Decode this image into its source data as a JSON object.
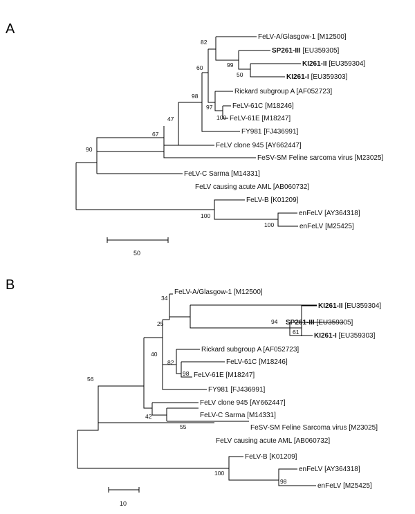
{
  "panels": [
    {
      "label": "A",
      "scale_bar_label": "50",
      "leaves": [
        {
          "id": "a_glasgow",
          "name": "FeLV-A/Glasgow-1",
          "acc": "[M12500]",
          "bold": false
        },
        {
          "id": "a_sp261",
          "name": "SP261-III",
          "acc": "[EU359305]",
          "bold": true
        },
        {
          "id": "a_ki261ii",
          "name": "KI261-II",
          "acc": "[EU359304]",
          "bold": true
        },
        {
          "id": "a_ki261i",
          "name": "KI261-I",
          "acc": "[EU359303]",
          "bold": true
        },
        {
          "id": "a_rickard",
          "name": "Rickard subgroup A",
          "acc": "[AF052723]",
          "bold": false
        },
        {
          "id": "a_61c",
          "name": "FeLV-61C",
          "acc": "[M18246]",
          "bold": false
        },
        {
          "id": "a_61e",
          "name": "FeLV-61E",
          "acc": "[M18247]",
          "bold": false
        },
        {
          "id": "a_fy981",
          "name": "FY981",
          "acc": "[FJ436991]",
          "bold": false
        },
        {
          "id": "a_clone945",
          "name": "FeLV clone 945",
          "acc": "[AY662447]",
          "bold": false
        },
        {
          "id": "a_fesv",
          "name": "FeSV-SM Feline sarcoma virus",
          "acc": "[M23025]",
          "bold": false
        },
        {
          "id": "a_sarma",
          "name": "FeLV-C Sarma",
          "acc": "[M14331]",
          "bold": false
        },
        {
          "id": "a_aml",
          "name": "FeLV causing acute AML",
          "acc": "[AB060732]",
          "bold": false
        },
        {
          "id": "a_felvb",
          "name": "FeLV-B",
          "acc": "[K01209]",
          "bold": false
        },
        {
          "id": "a_enfelv1",
          "name": "enFeLV",
          "acc": "[AY364318]",
          "bold": false
        },
        {
          "id": "a_enfelv2",
          "name": "enFeLV",
          "acc": "[M25425]",
          "bold": false
        }
      ],
      "bootstrap": [
        {
          "id": "a_b82",
          "value": "82"
        },
        {
          "id": "a_b99",
          "value": "99"
        },
        {
          "id": "a_b50",
          "value": "50"
        },
        {
          "id": "a_b60",
          "value": "60"
        },
        {
          "id": "a_b98",
          "value": "98"
        },
        {
          "id": "a_b97",
          "value": "97"
        },
        {
          "id": "a_b100a",
          "value": "100"
        },
        {
          "id": "a_b47",
          "value": "47"
        },
        {
          "id": "a_b67",
          "value": "67"
        },
        {
          "id": "a_b90",
          "value": "90"
        },
        {
          "id": "a_b100b",
          "value": "100"
        },
        {
          "id": "a_b100c",
          "value": "100"
        }
      ]
    },
    {
      "label": "B",
      "scale_bar_label": "10",
      "leaves": [
        {
          "id": "b_glasgow",
          "name": "FeLV-A/Glasgow-1",
          "acc": "[M12500]",
          "bold": false
        },
        {
          "id": "b_ki261ii",
          "name": "KI261-II",
          "acc": "[EU359304]",
          "bold": true
        },
        {
          "id": "b_sp261",
          "name": "SP261-III",
          "acc": "[EU359305]",
          "bold": true
        },
        {
          "id": "b_ki261i",
          "name": "KI261-I",
          "acc": "[EU359303]",
          "bold": true
        },
        {
          "id": "b_rickard",
          "name": "Rickard subgroup A",
          "acc": "[AF052723]",
          "bold": false
        },
        {
          "id": "b_61c",
          "name": "FeLV-61C",
          "acc": "[M18246]",
          "bold": false
        },
        {
          "id": "b_61e",
          "name": "FeLV-61E",
          "acc": "[M18247]",
          "bold": false
        },
        {
          "id": "b_fy981",
          "name": "FY981",
          "acc": "[FJ436991]",
          "bold": false
        },
        {
          "id": "b_clone945",
          "name": "FeLV clone 945",
          "acc": "[AY662447]",
          "bold": false
        },
        {
          "id": "b_sarma",
          "name": "FeLV-C Sarma",
          "acc": "[M14331]",
          "bold": false
        },
        {
          "id": "b_fesv",
          "name": "FeSV-SM Feline Sarcoma virus",
          "acc": "[M23025]",
          "bold": false
        },
        {
          "id": "b_aml",
          "name": "FeLV causing acute AML",
          "acc": "[AB060732]",
          "bold": false
        },
        {
          "id": "b_felvb",
          "name": "FeLV-B",
          "acc": "[K01209]",
          "bold": false
        },
        {
          "id": "b_enfelv1",
          "name": "enFeLV",
          "acc": "[AY364318]",
          "bold": false
        },
        {
          "id": "b_enfelv2",
          "name": "enFeLV",
          "acc": "[M25425]",
          "bold": false
        }
      ],
      "bootstrap": [
        {
          "id": "b_b34",
          "value": "34"
        },
        {
          "id": "b_b94",
          "value": "94"
        },
        {
          "id": "b_b61",
          "value": "61"
        },
        {
          "id": "b_b25",
          "value": "25"
        },
        {
          "id": "b_b40",
          "value": "40"
        },
        {
          "id": "b_b82",
          "value": "82"
        },
        {
          "id": "b_b98a",
          "value": "98"
        },
        {
          "id": "b_b56",
          "value": "56"
        },
        {
          "id": "b_b42",
          "value": "42"
        },
        {
          "id": "b_b55",
          "value": "55"
        },
        {
          "id": "b_b100",
          "value": "100"
        },
        {
          "id": "b_b98b",
          "value": "98"
        }
      ]
    }
  ]
}
